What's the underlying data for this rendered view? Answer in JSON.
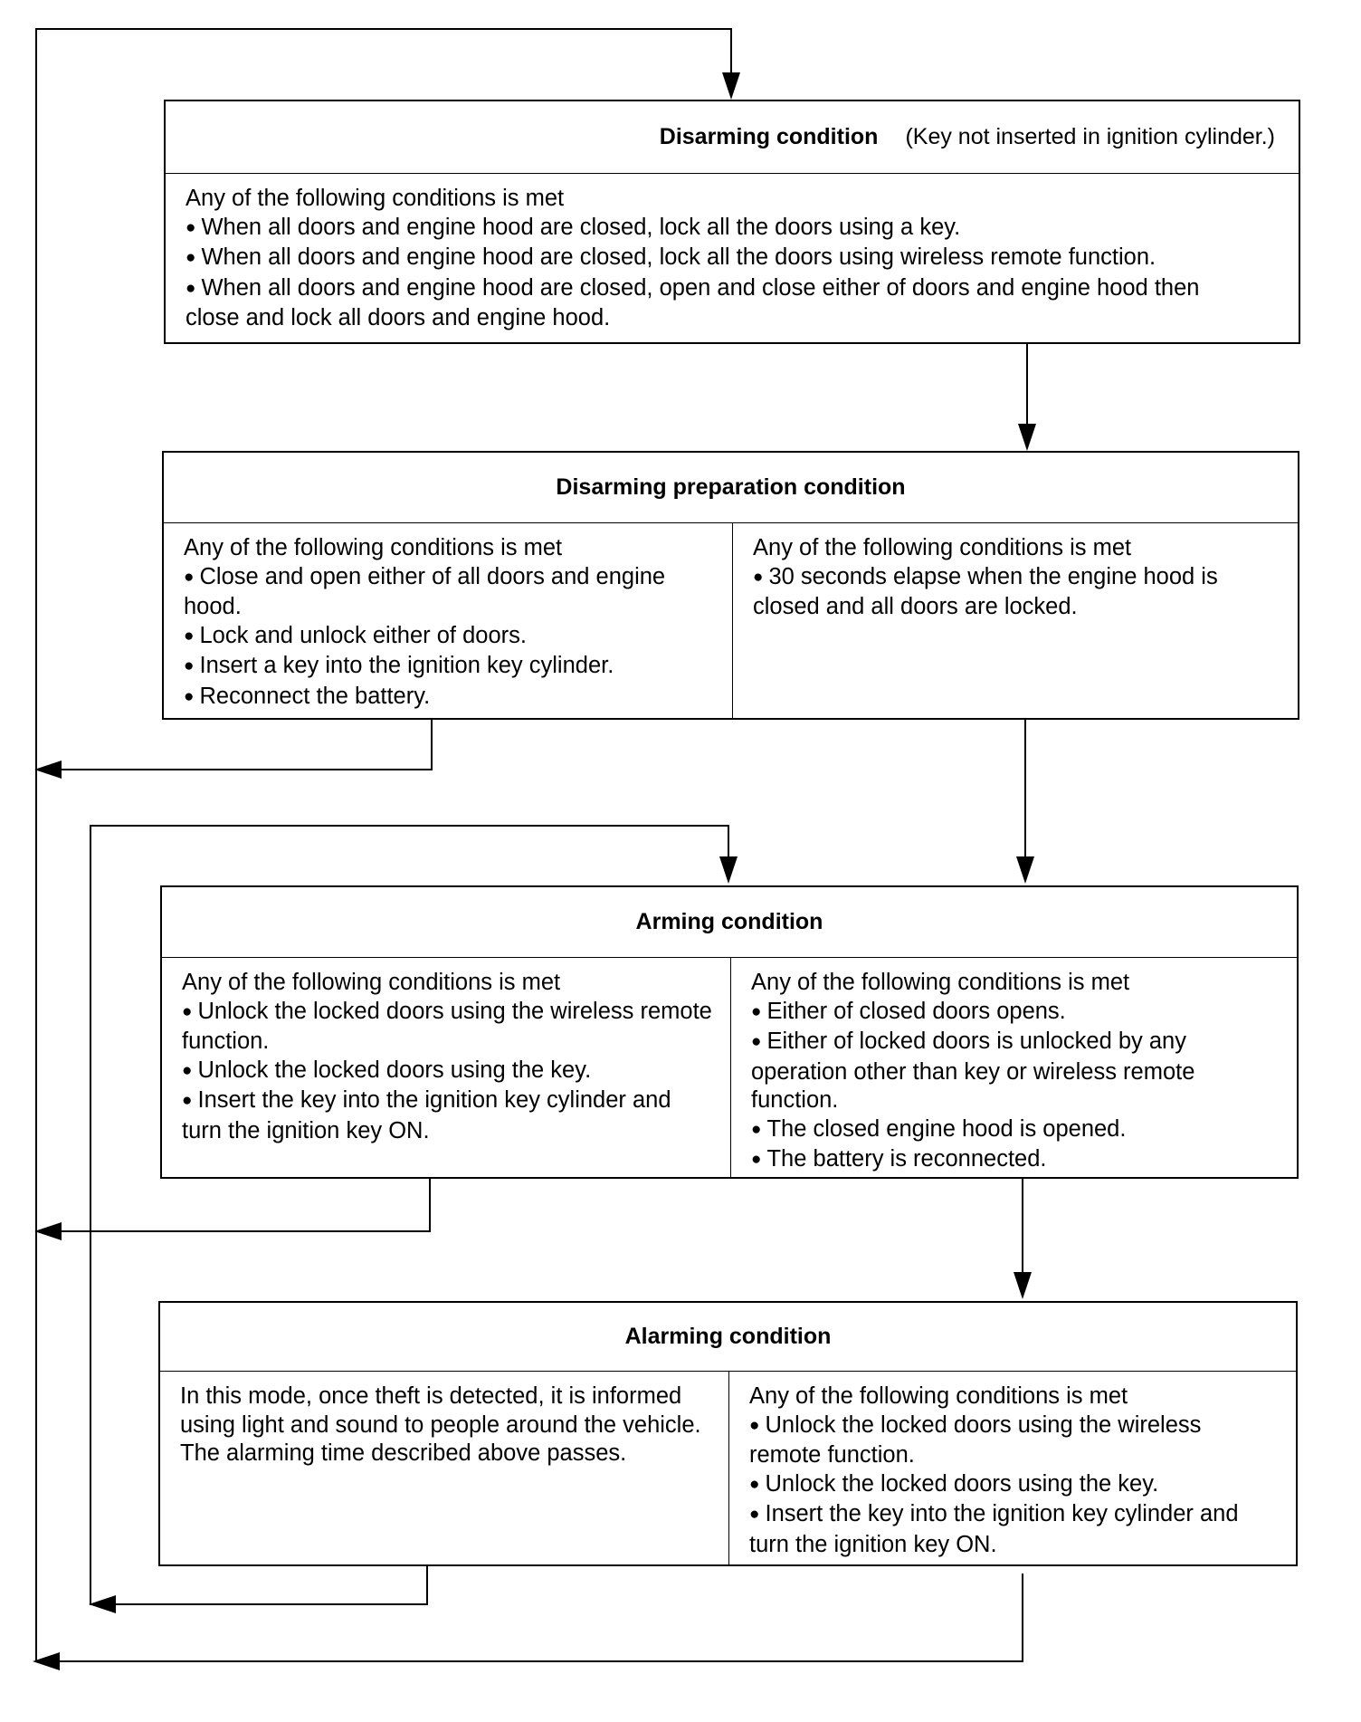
{
  "diagram": {
    "disarming": {
      "title": "Disarming condition",
      "title_note": "(Key not inserted in ignition cylinder.)",
      "heading": "Any of the following conditions is met",
      "items": [
        "When all doors and engine hood are closed, lock all the doors using a key.",
        "When all doors and engine hood are closed, lock all the doors using wireless remote function.",
        "When all doors and engine hood are closed, open and close either of doors and engine hood then close and lock all doors and engine hood."
      ]
    },
    "disarming_preparation": {
      "title": "Disarming preparation condition",
      "left": {
        "heading": "Any of the following conditions is met",
        "items": [
          "Close and open either of all doors and engine hood.",
          "Lock and unlock either of doors.",
          "Insert a key into the ignition key cylinder.",
          "Reconnect the battery."
        ]
      },
      "right": {
        "heading": "Any of the following conditions is met",
        "items": [
          "30 seconds elapse when the engine hood is closed and all doors are locked."
        ]
      }
    },
    "arming": {
      "title": "Arming condition",
      "left": {
        "heading": "Any of the following conditions is met",
        "items": [
          "Unlock the locked doors using the wireless remote function.",
          "Unlock the locked doors using the key.",
          "Insert the key into the ignition key cylinder and turn the ignition key ON."
        ]
      },
      "right": {
        "heading": "Any of the following conditions is met",
        "items": [
          "Either of closed doors opens.",
          "Either of locked doors is unlocked by any operation other than key or wireless remote function.",
          "The closed engine hood is opened.",
          "The battery is reconnected."
        ]
      }
    },
    "alarming": {
      "title": "Alarming condition",
      "left": {
        "text1": "In this mode, once theft is detected, it is informed using light and sound to people around the vehicle.",
        "text2": "The alarming time described above passes."
      },
      "right": {
        "heading": "Any of the following conditions is met",
        "items": [
          "Unlock the locked doors using the wireless remote function.",
          "Unlock the locked doors using the key.",
          "Insert the key into the ignition key cylinder and turn the ignition key ON."
        ]
      }
    }
  }
}
